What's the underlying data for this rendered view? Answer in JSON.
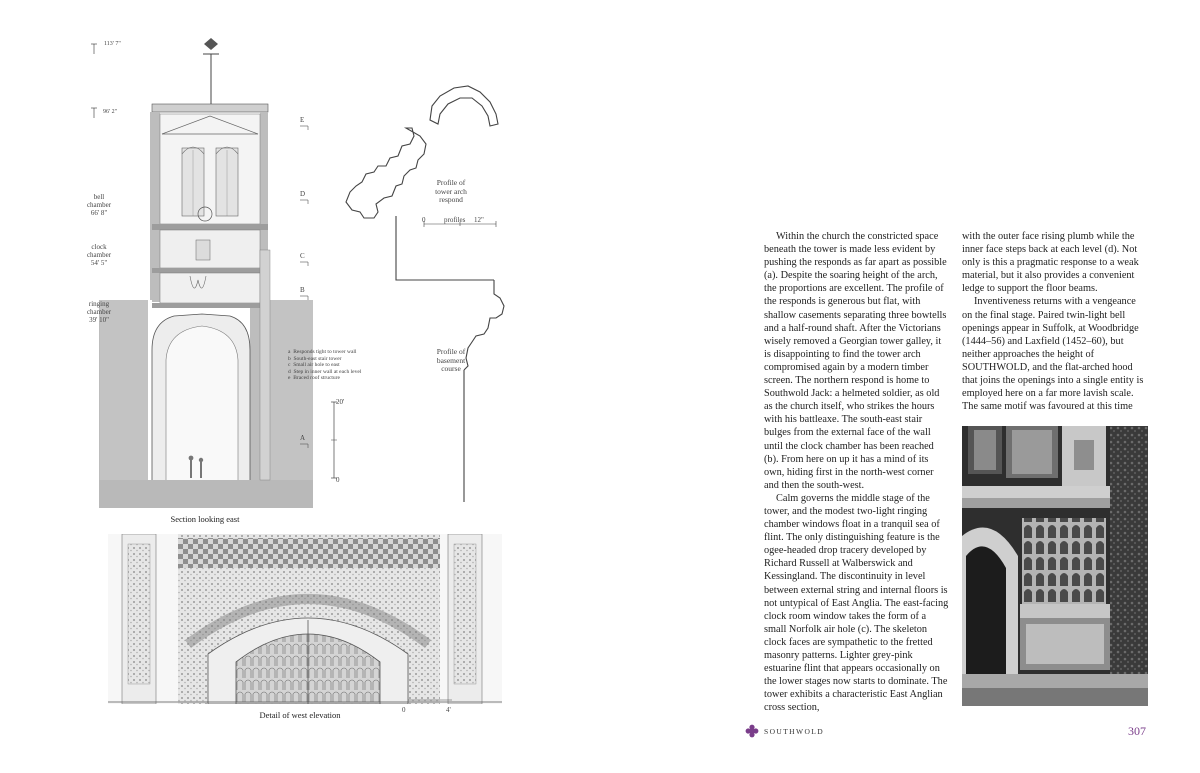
{
  "left_page": {
    "heights": {
      "top": "113' 7\"",
      "parapet": "96' 2\""
    },
    "stages": {
      "bell": [
        "bell",
        "chamber",
        "66' 8\""
      ],
      "clock": [
        "clock",
        "chamber",
        "54' 5\""
      ],
      "ringing": [
        "ringing",
        "chamber",
        "39' 10\""
      ]
    },
    "markers": {
      "e": "E",
      "d": "D",
      "c": "C",
      "b": "B",
      "a": "A"
    },
    "scale_bar": {
      "top": "20'",
      "bottom": "0"
    },
    "legend": [
      {
        "key": "a",
        "text": "Responds tight to tower wall"
      },
      {
        "key": "b",
        "text": "South-east stair tower"
      },
      {
        "key": "c",
        "text": "Small air hole to east"
      },
      {
        "key": "d",
        "text": "Step in inner wall at each level"
      },
      {
        "key": "e",
        "text": "Braced roof structure"
      }
    ],
    "profile_arch": {
      "lines": [
        "Profile of",
        "tower arch",
        "respond"
      ],
      "scale": [
        "0",
        "profiles",
        "12\""
      ]
    },
    "profile_basement": {
      "lines": [
        "Profile of",
        "basement",
        "course"
      ]
    },
    "section_caption": "Section looking east",
    "elevation_caption": "Detail of west elevation",
    "elevation_scale": [
      "0",
      "4'"
    ]
  },
  "right_page": {
    "column1": [
      {
        "indent": true,
        "text": "Within the church the constricted space beneath the tower is made less evident by pushing the responds as far apart as possible (a). Despite the soaring height of the arch, the proportions are excellent. The profile of the responds is generous but flat, with shallow casements separating three bowtells and a half-round shaft. After the Victorians wisely removed a Georgian tower galley, it is disappointing to find the tower arch compromised again by a modern timber screen. The northern respond is home to Southwold Jack: a helmeted soldier, as old as the church itself, who strikes the hours with his battleaxe. The south-east stair bulges from the external face of the wall until the clock chamber has been reached (b). From here on up it has a mind of its own, hiding first in the north-west corner and then the south-west."
      },
      {
        "indent": true,
        "text": "Calm governs the middle stage of the tower, and the modest two-light ringing chamber windows float in a tranquil sea of flint. The only distinguishing feature is the ogee-headed drop tracery developed by Richard Russell at Walberswick and Kessingland. The discontinuity in level between external string and internal floors is not untypical of East Anglia. The east-facing clock room window takes the form of a small Norfolk air hole (c). The skeleton clock faces are sympathetic to the fretted masonry patterns. Lighter grey-pink estuarine flint that appears occasionally on the lower stages now starts to dominate. The tower exhibits a characteristic East Anglian cross section,"
      }
    ],
    "column2": [
      {
        "indent": false,
        "text": "with the outer face rising plumb while the inner face steps back at each level (d). Not only is this a pragmatic response to a weak material, but it also provides a convenient ledge to support the floor beams."
      },
      {
        "indent": true,
        "text": "Inventiveness returns with a vengeance on the final stage. Paired twin-light bell openings appear in Suffolk, at Woodbridge (1444–56) and Laxfield (1452–60), but neither approaches the height of SOUTHWOLD, and the flat-arched hood that joins the openings into a single entity is employed here on a far more lavish scale. The same motif was favoured at this time"
      }
    ],
    "footer": {
      "name": "SOUTHWOLD",
      "page": "307"
    }
  },
  "colors": {
    "accent": "#7a3d8a",
    "wall": "#bdbdbd",
    "photo_dark": "#2e2e2e"
  }
}
